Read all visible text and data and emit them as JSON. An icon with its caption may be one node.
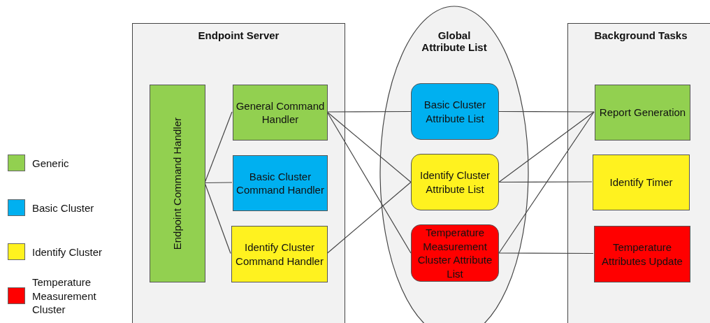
{
  "diagram": {
    "nodes": [
      {
        "text": [
          "Endpoint Server"
        ]
      },
      {
        "text": [
          "Endpoint Command Handler"
        ],
        "in": 0
      },
      {
        "text": [
          "General Command Handler"
        ],
        "in": 0
      },
      {
        "text": [
          "Basic Cluster Command Handler"
        ],
        "in": 0
      },
      {
        "text": [
          "Identify Cluster Command Handler"
        ],
        "in": 0
      },
      {
        "text": [
          "Global Attribute List"
        ]
      },
      {
        "text": [
          "Basic Cluster Attribute List"
        ],
        "in": 5
      },
      {
        "text": [
          "Identify Cluster Attribute List"
        ],
        "in": 5
      },
      {
        "text": [
          "Temperature Measurement Cluster Attribute List"
        ],
        "in": 5
      },
      {
        "text": [
          "Background Tasks"
        ]
      },
      {
        "text": [
          "Report Generation"
        ],
        "in": 9
      },
      {
        "text": [
          "Identify Timer"
        ],
        "in": 9
      },
      {
        "text": [
          "Temperature Attributes Update"
        ],
        "in": 9
      }
    ],
    "edges": [
      {
        "from": 1,
        "to": 2,
        "arrow": "none"
      },
      {
        "from": 1,
        "to": 3,
        "arrow": "none"
      },
      {
        "from": 1,
        "to": 4,
        "arrow": "none"
      },
      {
        "from": 2,
        "to": 6,
        "arrow": "none"
      },
      {
        "from": 2,
        "to": 7,
        "arrow": "none"
      },
      {
        "from": 2,
        "to": 8,
        "arrow": "none"
      },
      {
        "from": 4,
        "to": 7,
        "arrow": "none"
      },
      {
        "from": 6,
        "to": 10,
        "arrow": "none"
      },
      {
        "from": 7,
        "to": 10,
        "arrow": "none"
      },
      {
        "from": 8,
        "to": 10,
        "arrow": "none"
      },
      {
        "from": 7,
        "to": 11,
        "arrow": "none"
      },
      {
        "from": 8,
        "to": 12,
        "arrow": "none"
      }
    ],
    "legend": [
      {
        "text": "Generic",
        "color": "#92d050"
      },
      {
        "text": "Basic Cluster",
        "color": "#00b0f0"
      },
      {
        "text": "Identify Cluster",
        "color": "#fff21f"
      },
      {
        "text": "Temperature Measurement Cluster",
        "color": "#ff0000"
      }
    ]
  }
}
